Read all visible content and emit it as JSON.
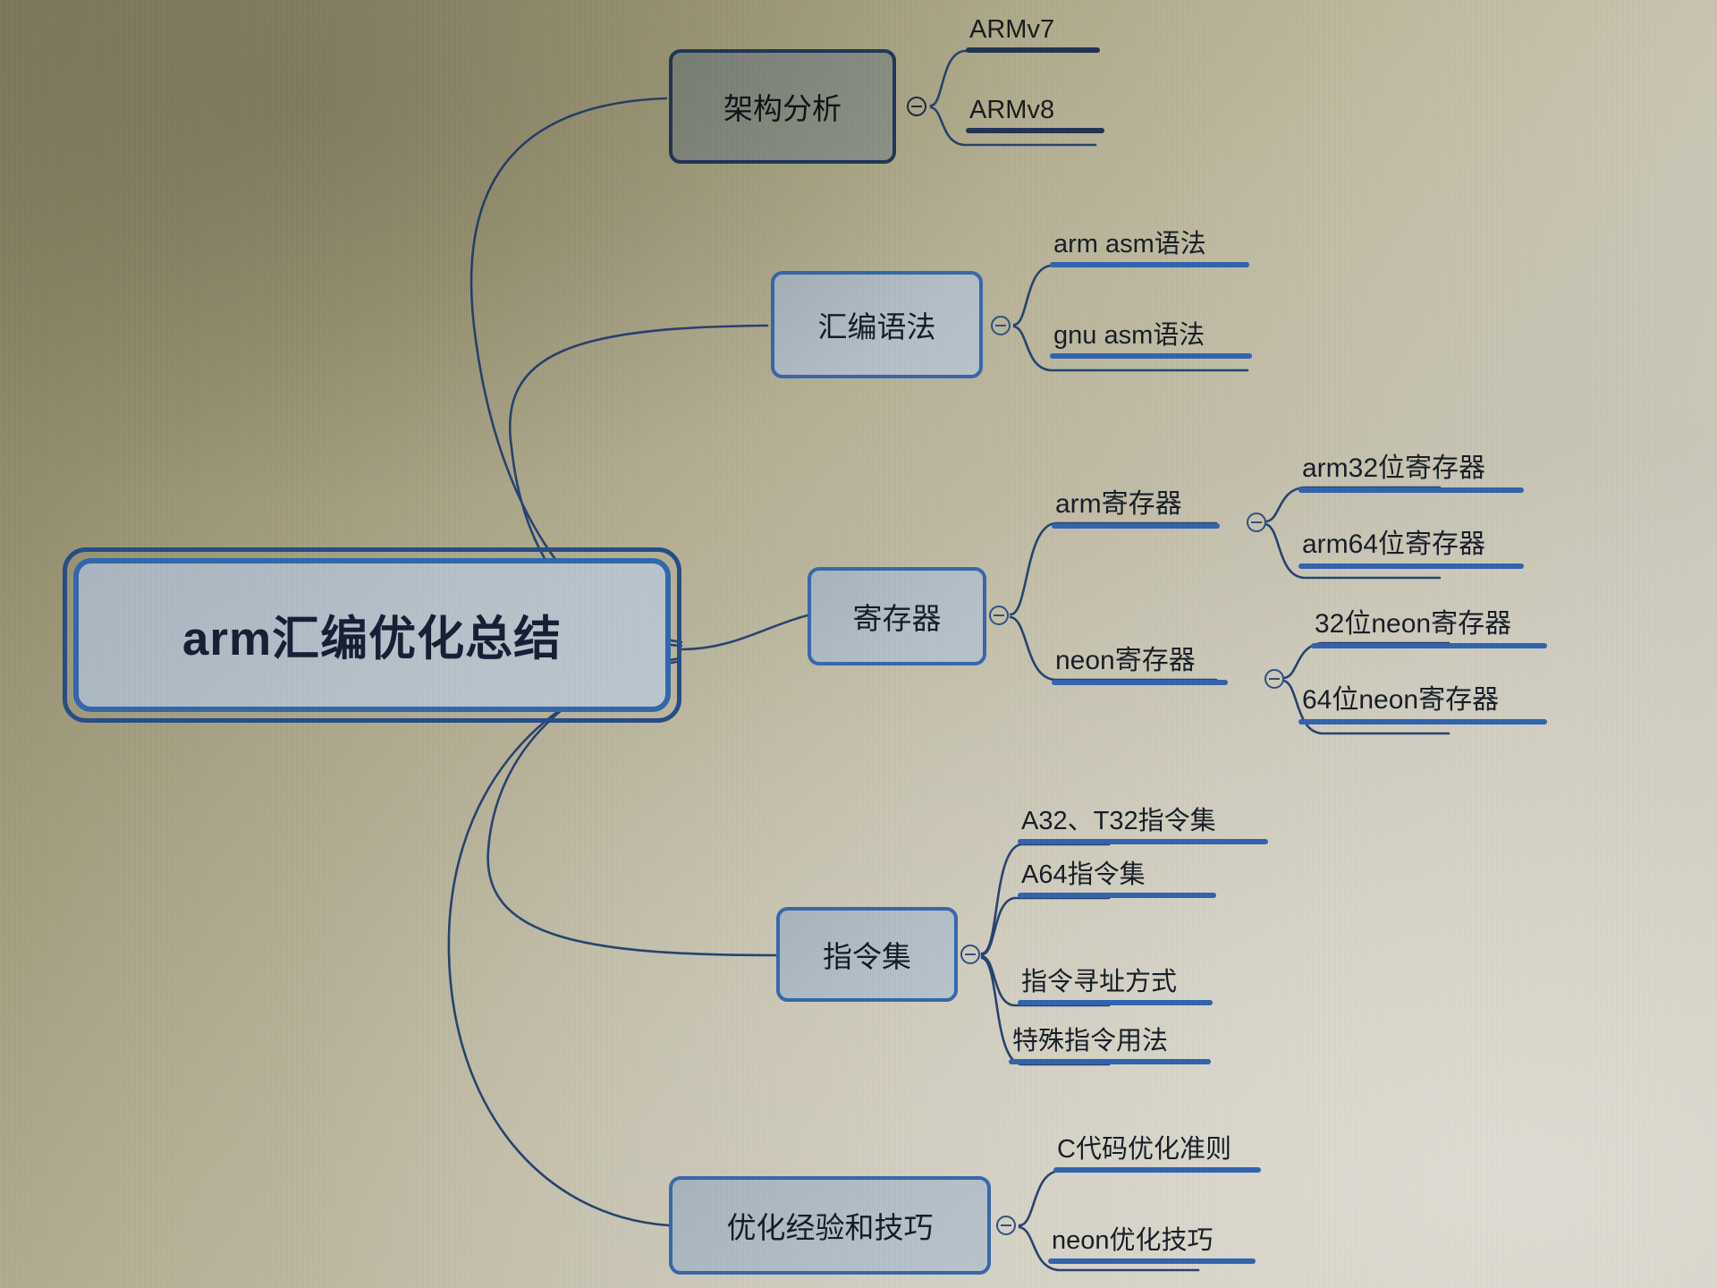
{
  "map": {
    "root": {
      "label": "arm汇编优化总结"
    },
    "colors": {
      "root_border_outer": "#234a86",
      "root_border_inner": "#2f66ad",
      "root_fill": "#b6c2cb",
      "branch_border": "#3566ab",
      "branch_fill": "#b4bfc8",
      "leaf_rule": "#2d62ad",
      "connector": "#23406e",
      "text": "#111c33",
      "canvas_dark": "#83805f",
      "canvas_light": "#d6d3c9"
    },
    "toggle_icon": "collapse-minus-icon",
    "branches": [
      {
        "label": "架构分析",
        "children": [
          {
            "label": "ARMv7"
          },
          {
            "label": "ARMv8"
          }
        ]
      },
      {
        "label": "汇编语法",
        "children": [
          {
            "label": "arm asm语法"
          },
          {
            "label": "gnu asm语法"
          }
        ]
      },
      {
        "label": "寄存器",
        "children": [
          {
            "label": "arm寄存器",
            "children": [
              {
                "label": "arm32位寄存器"
              },
              {
                "label": "arm64位寄存器"
              }
            ]
          },
          {
            "label": "neon寄存器",
            "children": [
              {
                "label": "32位neon寄存器"
              },
              {
                "label": "64位neon寄存器"
              }
            ]
          }
        ]
      },
      {
        "label": "指令集",
        "children": [
          {
            "label": "A32、T32指令集"
          },
          {
            "label": "A64指令集"
          },
          {
            "label": "指令寻址方式"
          },
          {
            "label": "特殊指令用法"
          }
        ]
      },
      {
        "label": "优化经验和技巧",
        "children": [
          {
            "label": "C代码优化准则"
          },
          {
            "label": "neon优化技巧"
          }
        ]
      }
    ]
  }
}
